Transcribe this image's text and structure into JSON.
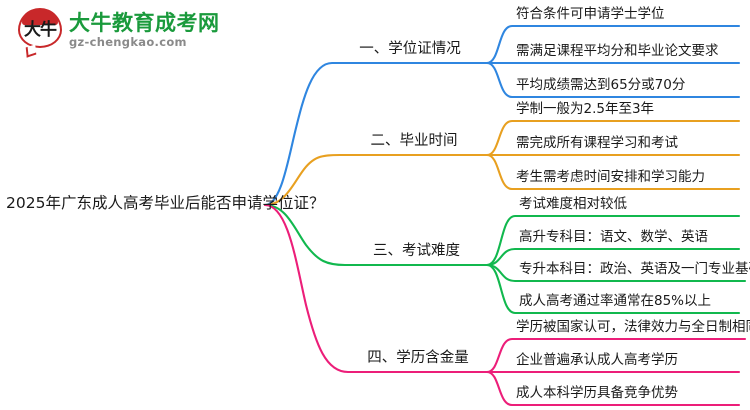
{
  "logo": {
    "mark_text": "大牛",
    "title": "大牛教育成考网",
    "domain": "gz-chengkao.com",
    "brand_green": "#1a9a3c",
    "brand_red": "#c8282a"
  },
  "mindmap": {
    "root": "2025年广东成人高考毕业后能否申请学位证？",
    "branches": [
      {
        "label": "一、学位证情况",
        "color": "#2f86e0",
        "items": [
          "符合条件可申请学士学位",
          "需满足课程平均分和毕业论文要求",
          "平均成绩需达到65分或70分"
        ]
      },
      {
        "label": "二、毕业时间",
        "color": "#e8a020",
        "items": [
          "学制一般为2.5年至3年",
          "需完成所有课程学习和考试",
          "考生需考虑时间安排和学习能力"
        ]
      },
      {
        "label": "三、考试难度",
        "color": "#11b84e",
        "items": [
          "考试难度相对较低",
          "高升专科目：语文、数学、英语",
          "专升本科目：政治、英语及一门专业基础课",
          "成人高考通过率通常在85%以上"
        ]
      },
      {
        "label": "四、学历含金量",
        "color": "#ec1e79",
        "items": [
          "学历被国家认可，法律效力与全日制相同",
          "企业普遍承认成人高考学历",
          "成人本科学历具备竞争优势"
        ]
      }
    ]
  }
}
